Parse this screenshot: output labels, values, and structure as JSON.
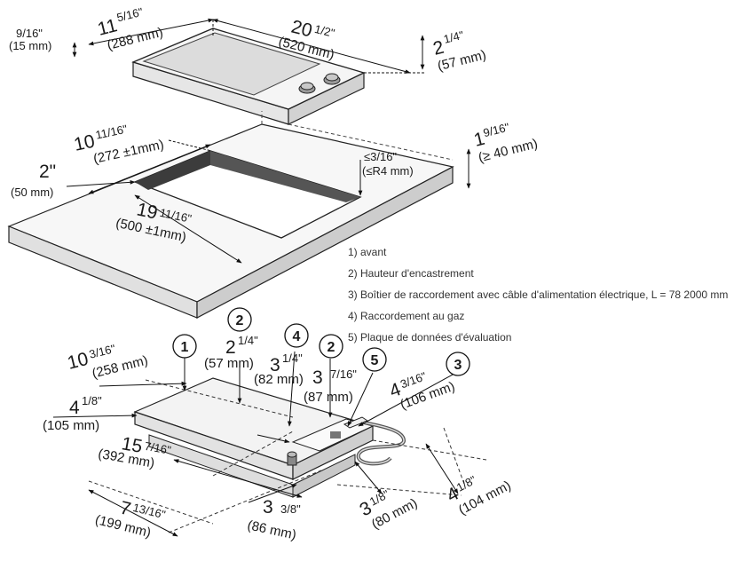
{
  "legend": [
    "1) avant",
    "2) Hauteur d'encastrement",
    "3) Boîtier de raccordement avec câble d'alimentation électrique, L = 78 2000 mm",
    "4) Raccordement au gaz",
    "5) Plaque de données d'évaluation"
  ],
  "top": {
    "d_9_16": {
      "a": "9/16\"",
      "b": "(15 mm)"
    },
    "d_11": {
      "w": "11",
      "f": "5/16\"",
      "mm": "(288 mm)"
    },
    "d_20": {
      "w": "20",
      "f": "1/2\"",
      "mm": "(520 mm)"
    },
    "d_2_14": {
      "w": "2",
      "f": "1/4\"",
      "mm": "(57 mm)"
    }
  },
  "counter": {
    "d_10": {
      "w": "10",
      "f": "11/16\"",
      "mm": "(272 ±1mm)"
    },
    "d_2": {
      "w": "2\"",
      "mm": "(50 mm)"
    },
    "d_19": {
      "w": "19",
      "f": "11/16\"",
      "mm": "(500 ±1mm)"
    },
    "d_1_916": {
      "w": "1",
      "f": "9/16\"",
      "mm": "(≥ 40 mm)"
    },
    "d_r4": {
      "a": "≤3/16\"",
      "b": "(≤R4 mm)"
    }
  },
  "bottom": {
    "callouts": [
      "1",
      "2",
      "4",
      "2",
      "5",
      "3"
    ],
    "d_10_316": {
      "w": "10",
      "f": "3/16\"",
      "mm": "(258 mm)"
    },
    "d_2_14": {
      "w": "2",
      "f": "1/4\"",
      "mm": "(57 mm)"
    },
    "d_3_14": {
      "w": "3",
      "f": "1/4\"",
      "mm": "(82 mm)"
    },
    "d_3_716": {
      "w": "3",
      "f": "7/16\"",
      "mm": "(87 mm)"
    },
    "d_4_316": {
      "w": "4",
      "f": "3/16\"",
      "mm": "(106 mm)"
    },
    "d_4_18_left": {
      "w": "4",
      "f": "1/8\"",
      "mm": "(105 mm)"
    },
    "d_15": {
      "w": "15",
      "f": "7/16\"",
      "mm": "(392 mm)"
    },
    "d_7": {
      "w": "7",
      "f": "13/16\"",
      "mm": "(199 mm)"
    },
    "d_3_38": {
      "w": "3",
      "f": "3/8\"",
      "mm": "(86 mm)"
    },
    "d_3_18": {
      "w": "3",
      "f": "1/8\"",
      "mm": "(80 mm)"
    },
    "d_4_18_right": {
      "w": "4",
      "f": "1/8\"",
      "mm": "(104 mm)"
    }
  }
}
